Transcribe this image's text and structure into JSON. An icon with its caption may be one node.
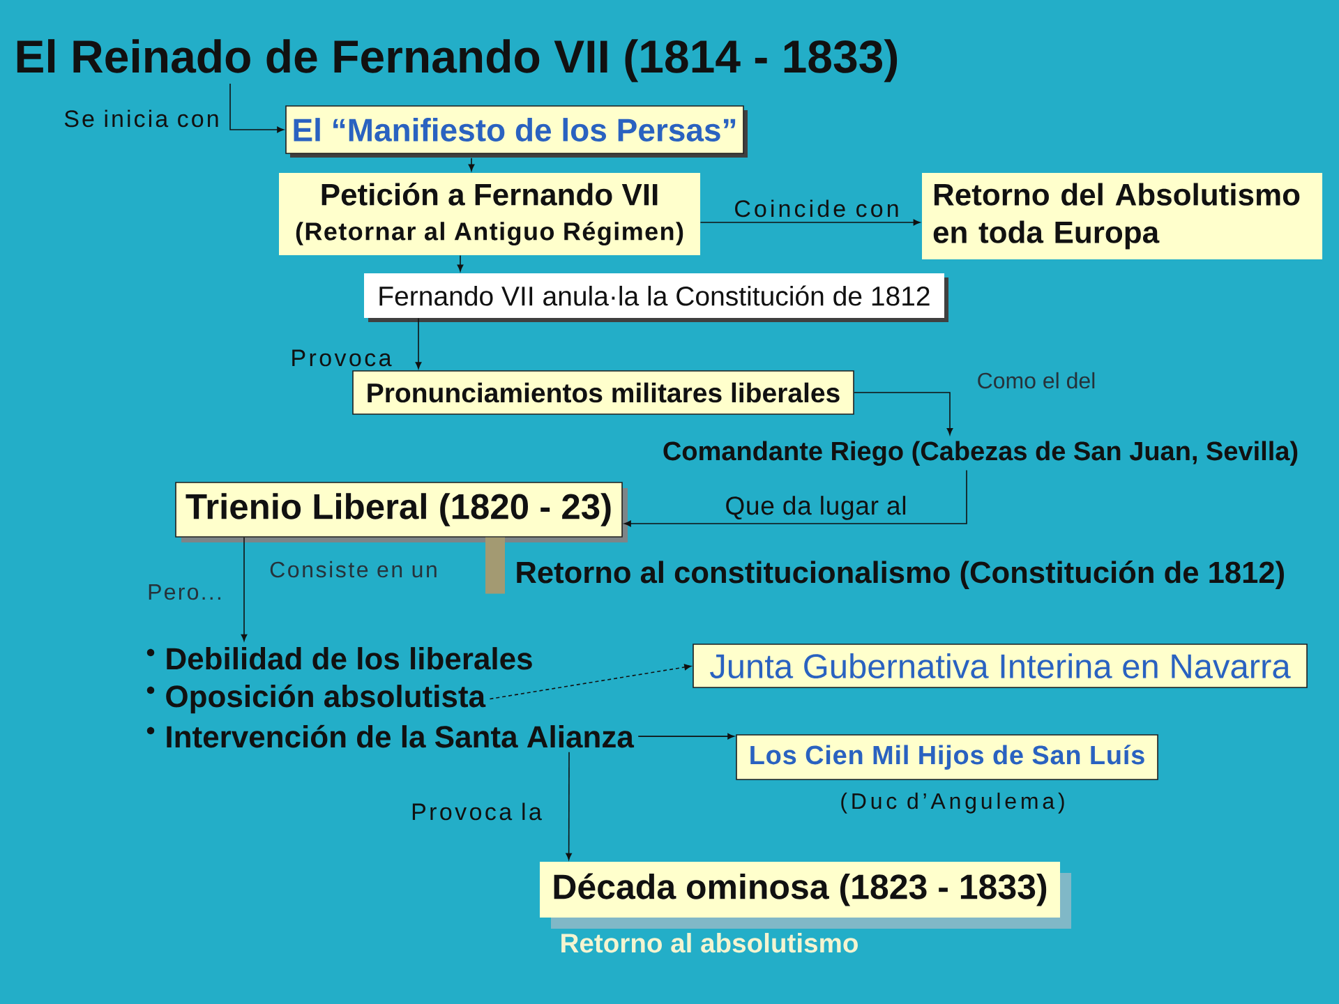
{
  "diagram": {
    "title": "El Reinado de Fernando VII (1814 - 1833)",
    "nodes": [
      {
        "text": [
          "El “Manifiesto de los Persas”"
        ]
      },
      {
        "text": [
          "Petición a Fernando VII",
          "(Retornar al Antiguo Régimen)"
        ]
      },
      {
        "text": [
          "Retorno del Absolutismo en toda Europa"
        ]
      },
      {
        "text": [
          "Fernando VII anula·la la Constitución de 1812"
        ]
      },
      {
        "text": [
          "Pronunciamientos militares liberales"
        ]
      },
      {
        "text": [
          "Comandante Riego (Cabezas de San Juan, Sevilla)"
        ]
      },
      {
        "text": [
          "Trienio Liberal (1820 - 23)"
        ]
      },
      {
        "text": [
          "Retorno al constitucionalismo (Constitución de 1812)"
        ]
      },
      {
        "text": [
          "Debilidad de los liberales"
        ]
      },
      {
        "text": [
          "Oposición absolutista"
        ]
      },
      {
        "text": [
          "Intervención de la Santa Alianza"
        ]
      },
      {
        "text": [
          "Junta Gubernativa Interina en Navarra"
        ]
      },
      {
        "text": [
          "Los Cien Mil Hijos de San Luís"
        ],
        "beside": [
          "(Duc d’Angulema)"
        ]
      },
      {
        "text": [
          "Década ominosa (1823 - 1833)"
        ],
        "beside": [
          "Retorno al absolutismo"
        ]
      }
    ],
    "edges": [
      {
        "from": null,
        "to": 0,
        "arrow": "to",
        "label": "Se inicia con"
      },
      {
        "from": 0,
        "to": 1,
        "arrow": "to"
      },
      {
        "from": 1,
        "to": 2,
        "arrow": "to",
        "label": "Coincide con"
      },
      {
        "from": 1,
        "to": 3,
        "arrow": "to"
      },
      {
        "from": 3,
        "to": 4,
        "arrow": "to",
        "label": "Provoca"
      },
      {
        "from": 4,
        "to": 5,
        "arrow": "to",
        "label": "Como el del"
      },
      {
        "from": 5,
        "to": 6,
        "arrow": "to",
        "label": "Que da lugar al"
      },
      {
        "from": 6,
        "to": 7,
        "arrow": "none",
        "label": "Consiste en un",
        "style": "thick",
        "color": "#a39a72"
      },
      {
        "from": 6,
        "to": 8,
        "arrow": "to",
        "label": "Pero..."
      },
      {
        "from": 9,
        "to": 11,
        "arrow": "to",
        "style": "dashed"
      },
      {
        "from": 10,
        "to": 12,
        "arrow": "to"
      },
      {
        "from": 10,
        "to": 13,
        "arrow": "to",
        "label": "Provoca la"
      }
    ]
  }
}
